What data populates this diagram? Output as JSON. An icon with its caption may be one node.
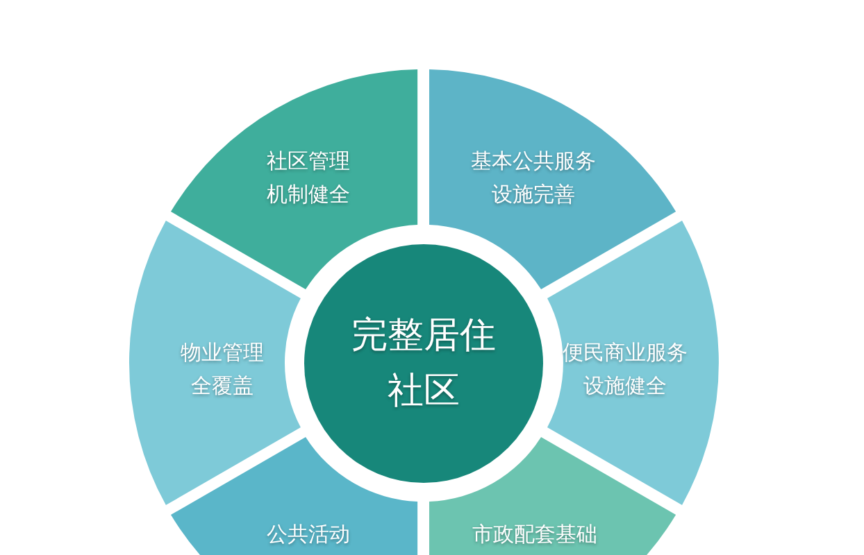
{
  "diagram": {
    "nodes": [
      {
        "text": [
          "社区管理机制健全"
        ]
      },
      {
        "text": [
          "基本公共服务设施完善"
        ]
      },
      {
        "text": [
          "物业管理全覆盖"
        ]
      },
      {
        "text": [
          "完整居住社区"
        ]
      },
      {
        "text": [
          "便民商业服务设施健全"
        ]
      },
      {
        "text": [
          "公共活动"
        ]
      },
      {
        "text": [
          "市政配套基础"
        ]
      }
    ],
    "edges": []
  }
}
